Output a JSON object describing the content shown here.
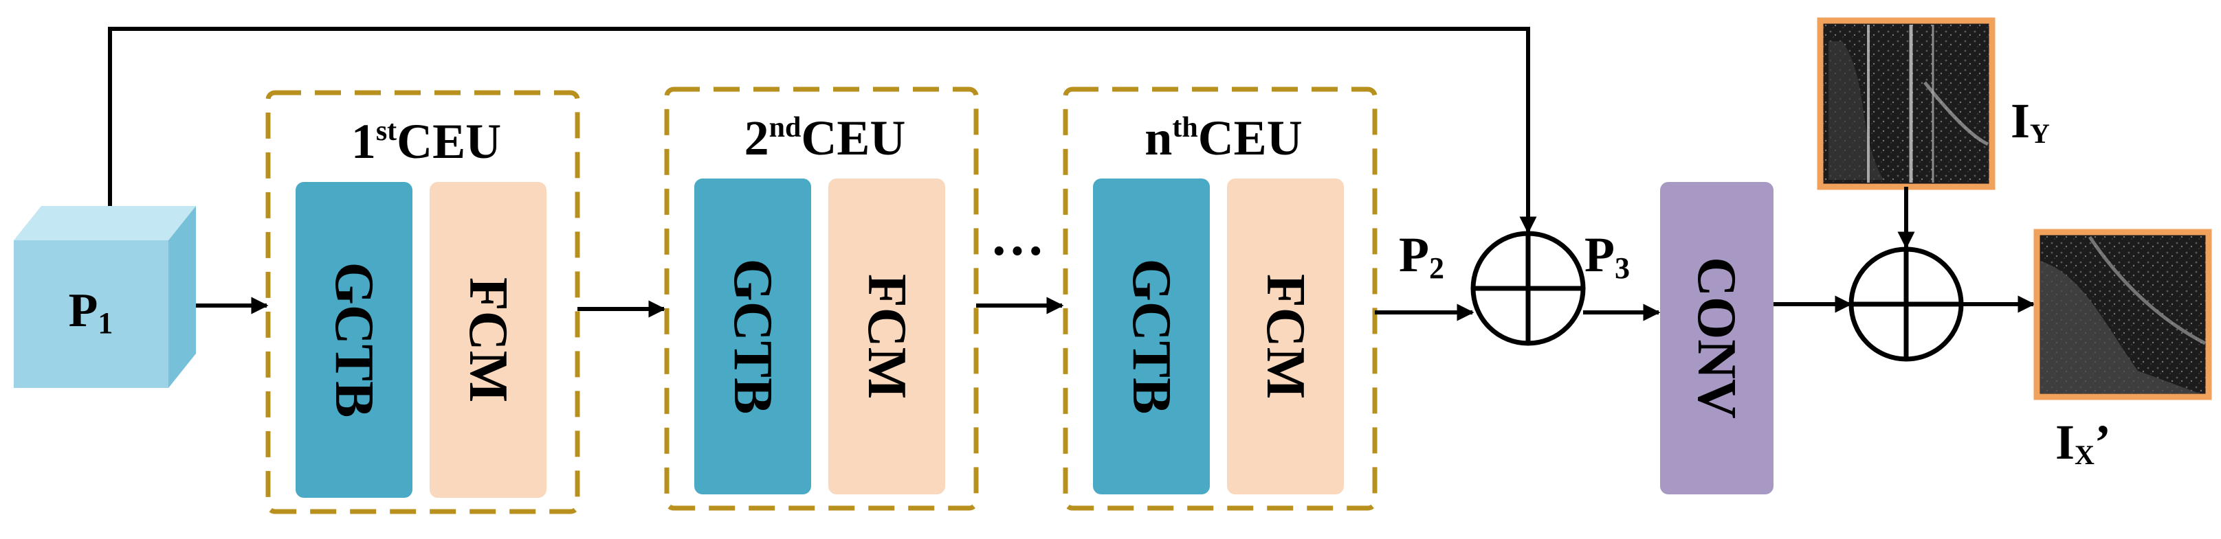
{
  "input": {
    "main": "P",
    "sub": "1"
  },
  "ceus": [
    {
      "num": "1",
      "sup": "st",
      "name": "CEU",
      "blocks": [
        "GCTB",
        "FCM"
      ]
    },
    {
      "num": "2",
      "sup": "nd",
      "name": "CEU",
      "blocks": [
        "GCTB",
        "FCM"
      ]
    },
    {
      "num": "n",
      "sup": "th",
      "name": "CEU",
      "blocks": [
        "GCTB",
        "FCM"
      ]
    }
  ],
  "ellipsis": "···",
  "p2": {
    "main": "P",
    "sub": "2"
  },
  "p3": {
    "main": "P",
    "sub": "3"
  },
  "conv": "CONV",
  "iy": {
    "main": "I",
    "sub": "Y"
  },
  "ix": {
    "main": "I",
    "sub": "X",
    "prime": "’"
  },
  "colors": {
    "cube_front": "#9dd3e6",
    "cube_top": "#c3e7f3",
    "cube_side": "#77c0d9",
    "gctb": "#4aaac6",
    "fcm": "#f9d8bd",
    "conv": "#a899c4",
    "dashed_border": "#b8901e",
    "image_border": "#f0a15c"
  }
}
